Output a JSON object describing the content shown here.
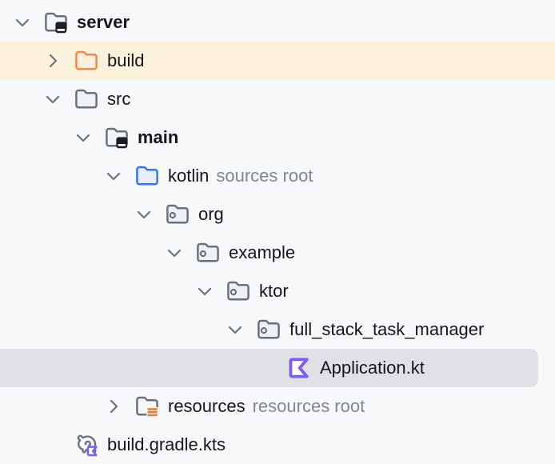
{
  "panel": {
    "kind": "project-tree",
    "background": "#f7f8fa",
    "selection_color": "#dfe1e5",
    "excluded_highlight_color": "#fcf2dc",
    "muted_text_color": "#818594",
    "accent_blue": "#3574f0",
    "accent_orange": "#e68c4c",
    "accent_purple": "#7d5cf3"
  },
  "tree": {
    "rows": [
      {
        "label": "server",
        "type": "module-folder",
        "level": 0,
        "state": "expanded",
        "bold": true
      },
      {
        "label": "build",
        "type": "excluded-folder",
        "level": 1,
        "state": "collapsed",
        "highlighted": true
      },
      {
        "label": "src",
        "type": "folder",
        "level": 1,
        "state": "expanded"
      },
      {
        "label": "main",
        "type": "module-folder",
        "level": 2,
        "state": "expanded",
        "bold": true
      },
      {
        "label": "kotlin",
        "suffix": "sources root",
        "type": "sources-root-folder",
        "level": 3,
        "state": "expanded"
      },
      {
        "label": "org",
        "type": "package-folder",
        "level": 4,
        "state": "expanded"
      },
      {
        "label": "example",
        "type": "package-folder",
        "level": 5,
        "state": "expanded"
      },
      {
        "label": "ktor",
        "type": "package-folder",
        "level": 6,
        "state": "expanded"
      },
      {
        "label": "full_stack_task_manager",
        "type": "package-folder",
        "level": 7,
        "state": "expanded"
      },
      {
        "label": "Application.kt",
        "type": "kotlin-file",
        "level": 8,
        "selected": true
      },
      {
        "label": "resources",
        "suffix": "resources root",
        "type": "resources-root-folder",
        "level": 3,
        "state": "collapsed"
      },
      {
        "label": "build.gradle.kts",
        "type": "gradle-kotlin-script",
        "level": 1
      }
    ]
  }
}
